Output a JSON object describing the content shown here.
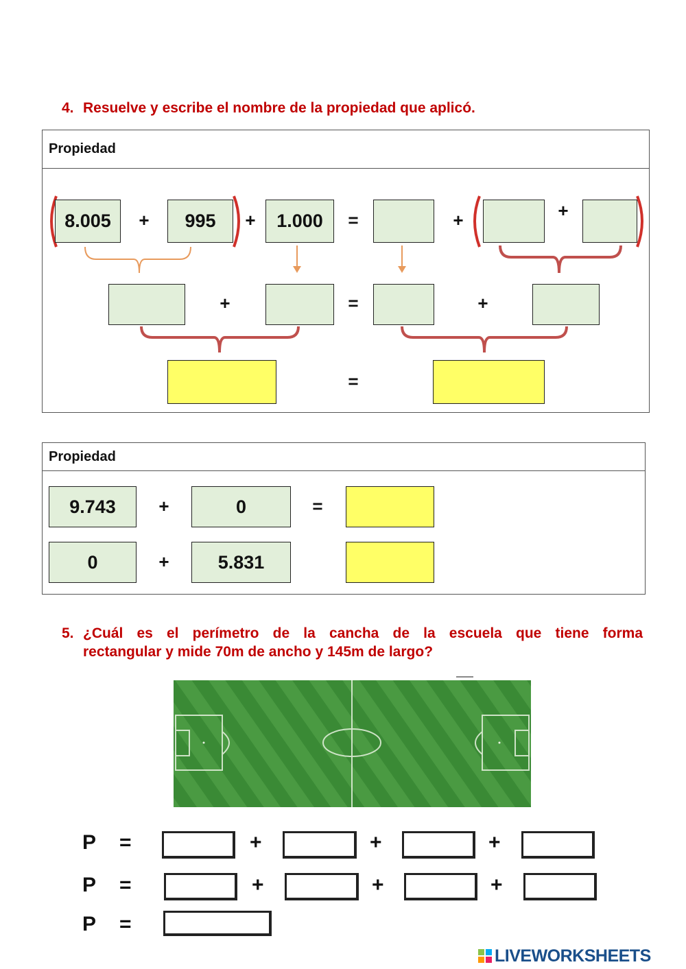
{
  "question4": {
    "number": "4.",
    "text": "Resuelve y escribe el nombre de la propiedad que aplicó."
  },
  "panel1": {
    "header": "Propiedad",
    "row1": {
      "a": "8.005",
      "b": "995",
      "c": "1.000"
    },
    "ops": {
      "plus": "+",
      "equals": "="
    }
  },
  "panel2": {
    "header": "Propiedad",
    "row1": {
      "a": "9.743",
      "b": "0"
    },
    "row2": {
      "a": "0",
      "b": "5.831"
    },
    "ops": {
      "plus": "+",
      "equals": "="
    }
  },
  "question5": {
    "number": "5.",
    "line1": "¿Cuál es el perímetro de la cancha de la escuela que tiene forma",
    "line2": "rectangular y mide 70m de ancho y 145m de largo?"
  },
  "perimeter": {
    "label": "P",
    "equals": "=",
    "plus": "+"
  },
  "footer": {
    "brand": "LIVEWORKSHEETS",
    "logo_icon": "liveworksheets-logo-icon"
  },
  "colors": {
    "question_red": "#c00000",
    "box_green": "#e2efda",
    "answer_yellow": "#ffff66",
    "bracket_red": "#d0302a",
    "bracket_orange": "#e89a5c",
    "field_green": "#3f8f3a"
  }
}
